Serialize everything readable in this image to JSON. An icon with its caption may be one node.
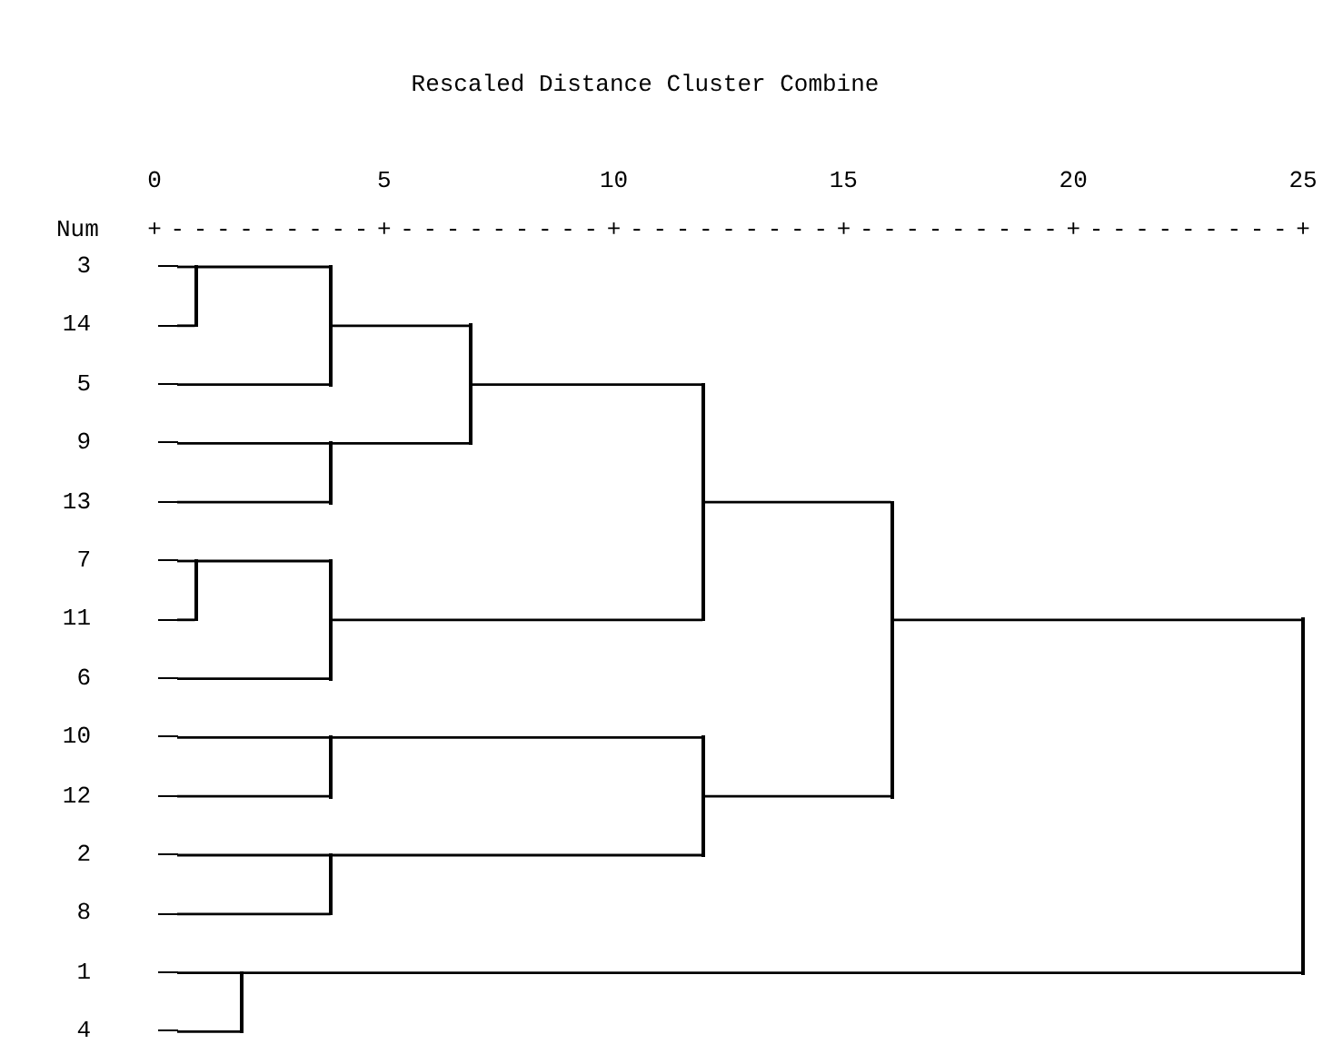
{
  "diagram": {
    "title": "Rescaled Distance Cluster Combine",
    "nodes": [
      {
        "text": [
          "3"
        ]
      },
      {
        "text": [
          "14"
        ]
      },
      {
        "text": [
          "5"
        ]
      },
      {
        "text": [
          "9"
        ]
      },
      {
        "text": [
          "13"
        ]
      },
      {
        "text": [
          "7"
        ]
      },
      {
        "text": [
          "11"
        ]
      },
      {
        "text": [
          "6"
        ]
      },
      {
        "text": [
          "10"
        ]
      },
      {
        "text": [
          "12"
        ]
      },
      {
        "text": [
          "2"
        ]
      },
      {
        "text": [
          "8"
        ]
      },
      {
        "text": [
          "1"
        ]
      },
      {
        "text": [
          "4"
        ]
      },
      {
        "text": [],
        "shape": "bar"
      },
      {
        "text": [],
        "shape": "bar"
      },
      {
        "text": [],
        "shape": "bar"
      },
      {
        "text": [],
        "shape": "bar"
      },
      {
        "text": [],
        "shape": "bar"
      },
      {
        "text": [],
        "shape": "bar"
      },
      {
        "text": [],
        "shape": "bar"
      },
      {
        "text": [],
        "shape": "bar"
      },
      {
        "text": [],
        "shape": "bar"
      },
      {
        "text": [],
        "shape": "bar"
      },
      {
        "text": [],
        "shape": "bar"
      },
      {
        "text": [],
        "shape": "bar"
      },
      {
        "text": [],
        "shape": "bar"
      }
    ],
    "edges": [
      {
        "from": 0,
        "to": 14,
        "arrow": "none"
      },
      {
        "from": 1,
        "to": 14,
        "arrow": "none"
      },
      {
        "from": 14,
        "to": 17,
        "arrow": "none"
      },
      {
        "from": 2,
        "to": 17,
        "arrow": "none"
      },
      {
        "from": 3,
        "to": 18,
        "arrow": "none"
      },
      {
        "from": 4,
        "to": 18,
        "arrow": "none"
      },
      {
        "from": 17,
        "to": 22,
        "arrow": "none"
      },
      {
        "from": 18,
        "to": 22,
        "arrow": "none"
      },
      {
        "from": 5,
        "to": 15,
        "arrow": "none"
      },
      {
        "from": 6,
        "to": 15,
        "arrow": "none"
      },
      {
        "from": 15,
        "to": 19,
        "arrow": "none"
      },
      {
        "from": 7,
        "to": 19,
        "arrow": "none"
      },
      {
        "from": 22,
        "to": 23,
        "arrow": "none"
      },
      {
        "from": 19,
        "to": 23,
        "arrow": "none"
      },
      {
        "from": 8,
        "to": 20,
        "arrow": "none"
      },
      {
        "from": 9,
        "to": 20,
        "arrow": "none"
      },
      {
        "from": 10,
        "to": 21,
        "arrow": "none"
      },
      {
        "from": 11,
        "to": 21,
        "arrow": "none"
      },
      {
        "from": 20,
        "to": 24,
        "arrow": "none"
      },
      {
        "from": 21,
        "to": 24,
        "arrow": "none"
      },
      {
        "from": 23,
        "to": 25,
        "arrow": "none"
      },
      {
        "from": 24,
        "to": 25,
        "arrow": "none"
      },
      {
        "from": 12,
        "to": 16,
        "arrow": "none"
      },
      {
        "from": 13,
        "to": 16,
        "arrow": "none"
      },
      {
        "from": 25,
        "to": 26,
        "arrow": "none"
      },
      {
        "from": 16,
        "to": 26,
        "arrow": "none"
      }
    ],
    "labels": [
      "0",
      "5",
      "10",
      "15",
      "20",
      "25",
      "Num",
      "+---------+---------+---------+---------+---------+"
    ]
  }
}
